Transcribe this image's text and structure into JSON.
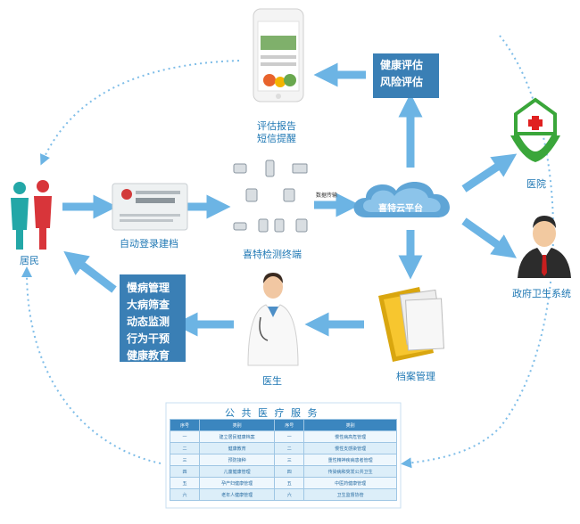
{
  "nodes": {
    "phone_label_1": "评估报告",
    "phone_label_2": "短信提醒",
    "assess_1": "健康评估",
    "assess_2": "风险评估",
    "hospital": "医院",
    "resident": "居民",
    "id_card_label": "自动登录建档",
    "terminals_label": "喜特检测终端",
    "cloud_label": "喜特云平台",
    "gov_label": "政府卫生系统",
    "archive_label": "档案管理",
    "doctor_label": "医生",
    "data_transfer": "数据传输"
  },
  "services": [
    "慢病管理",
    "大病筛查",
    "动态监测",
    "行为干预",
    "健康教育"
  ],
  "public_table": {
    "title": "公 共 医 疗 服 务",
    "headers": [
      "序号",
      "类别",
      "序号",
      "类别"
    ],
    "rows": [
      [
        "一",
        "建立居民健康档案",
        "一",
        "慢性病高危管理"
      ],
      [
        "二",
        "健康教育",
        "二",
        "慢性支感染管理"
      ],
      [
        "三",
        "预防接种",
        "三",
        "重性精神疾病患者管理"
      ],
      [
        "四",
        "儿童健康管理",
        "四",
        "传染病和突发公共卫生"
      ],
      [
        "五",
        "孕产妇健康管理",
        "五",
        "中医药健康管理"
      ],
      [
        "六",
        "老年人健康管理",
        "六",
        "卫生监督协管"
      ]
    ]
  },
  "colors": {
    "arrow": "#6cb4e4",
    "accent_blue": "#1f78b4",
    "box_blue": "#3a7fb5",
    "hospital_green": "#3aa63a",
    "cross_red": "#e02020"
  }
}
